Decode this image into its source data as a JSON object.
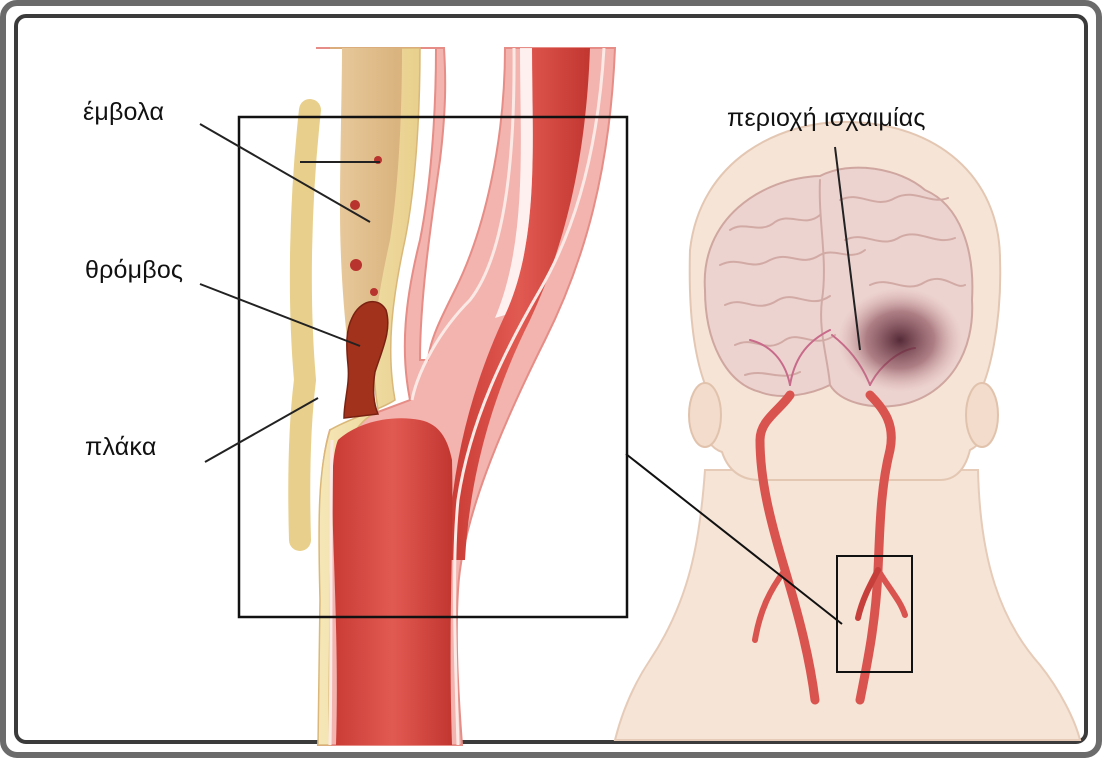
{
  "labels": {
    "emboli": "έμβολα",
    "thrombus": "θρόμβος",
    "plaque": "πλάκα",
    "ischemia_area": "περιοχή ισχαιμίας"
  },
  "colors": {
    "artery_red": "#d9534f",
    "artery_dark": "#b8322e",
    "vessel_wall_pink": "#f3b3ae",
    "plaque_yellow": "#f1e0a8",
    "thrombus_brown": "#a3321c",
    "skin": "#f6e4d6",
    "brain": "#ead2cd",
    "ischemia": "#5a2a35",
    "frame_border": "#3b3b3b"
  }
}
